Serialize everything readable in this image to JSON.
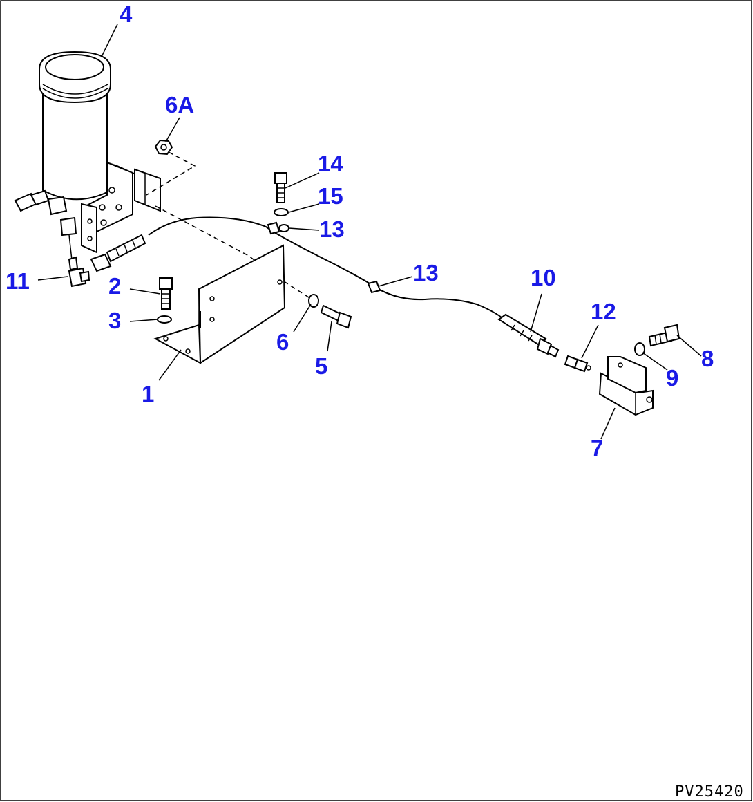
{
  "diagram": {
    "drawing_code": "PV25420",
    "callouts": {
      "c1": "1",
      "c2": "2",
      "c3": "3",
      "c4": "4",
      "c5": "5",
      "c6": "6",
      "c6a": "6A",
      "c7": "7",
      "c8": "8",
      "c9": "9",
      "c10": "10",
      "c11": "11",
      "c12": "12",
      "c13a": "13",
      "c13b": "13",
      "c14": "14",
      "c15": "15"
    },
    "colors": {
      "callout": "#1a1ae6",
      "line": "#000000",
      "background": "#ffffff"
    }
  }
}
